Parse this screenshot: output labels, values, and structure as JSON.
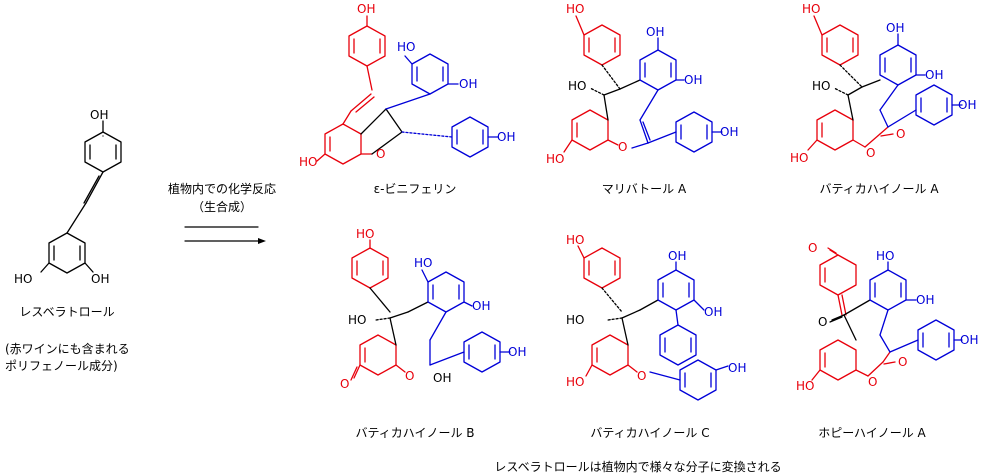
{
  "source_molecule": {
    "name": "レスベラトロール",
    "note_line1": "(赤ワインにも含まれる",
    "note_line2": "ポリフェノール成分)"
  },
  "reaction": {
    "line1": "植物内での化学反応",
    "line2": "（生合成）"
  },
  "atom_labels": {
    "oh": "OH",
    "ho": "HO",
    "o": "O"
  },
  "products": [
    {
      "name": "ε-ビニフェリン"
    },
    {
      "name": "マリバトール A"
    },
    {
      "name": "バティカハイノール A"
    },
    {
      "name": "バティカハイノール B"
    },
    {
      "name": "バティカハイノール C"
    },
    {
      "name": "ホピーハイノール A"
    }
  ],
  "caption": "レスベラトロールは植物内で様々な分子に変換される",
  "colors": {
    "red": "#e8000b",
    "blue": "#0000d8",
    "black": "#000000"
  }
}
